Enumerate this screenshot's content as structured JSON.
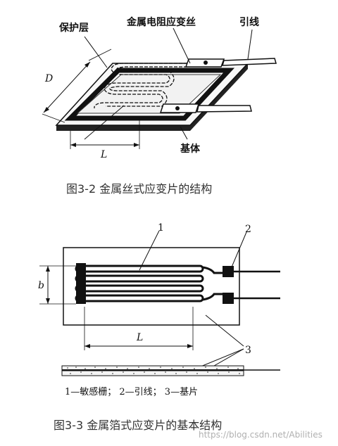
{
  "figure1": {
    "labels": {
      "protective_layer": "保护层",
      "wire_gauge": "金属电阻应变丝",
      "lead_wire": "引线",
      "substrate": "基体",
      "dim_D": "D",
      "dim_L": "L"
    },
    "caption": "图3-2 金属丝式应变片的结构"
  },
  "figure2": {
    "labels": {
      "callout_1": "1",
      "callout_2": "2",
      "callout_3": "3",
      "dim_b": "b",
      "dim_L": "L"
    },
    "legend": "1—敏感栅；  2—引线；  3—基片",
    "caption": "图3-3 金属箔式应变片的基本结构"
  },
  "watermark": "https://blog.csdn.net/Abilities"
}
